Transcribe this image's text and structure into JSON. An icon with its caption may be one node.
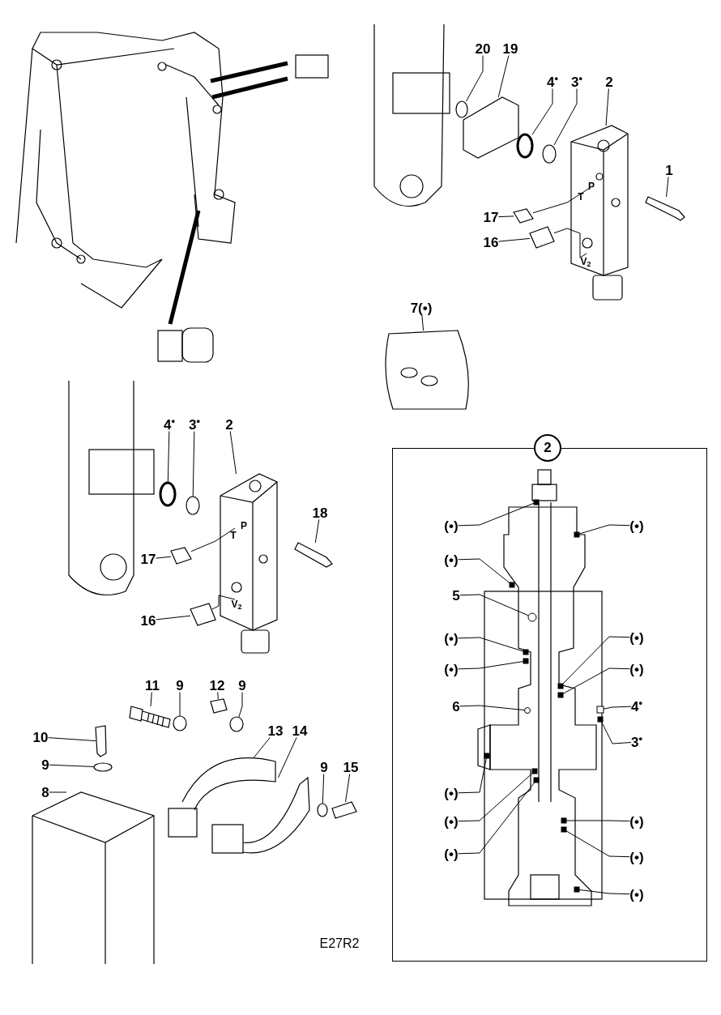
{
  "diagram": {
    "nodes": [
      {
        "text": [
          "20"
        ]
      },
      {
        "text": [
          "19"
        ]
      },
      {
        "text": [
          "4$^{•}$"
        ]
      },
      {
        "text": [
          "3$^{•}$"
        ]
      },
      {
        "text": [
          "2"
        ]
      },
      {
        "text": [
          "1"
        ]
      },
      {
        "text": [
          "17"
        ]
      },
      {
        "text": [
          "16"
        ]
      },
      {
        "text": [
          "7(•)"
        ]
      },
      {
        "text": [
          "4$^{•}$"
        ]
      },
      {
        "text": [
          "3$^{•}$"
        ]
      },
      {
        "text": [
          "2"
        ]
      },
      {
        "text": [
          "18"
        ]
      },
      {
        "text": [
          "17"
        ]
      },
      {
        "text": [
          "16"
        ]
      },
      {
        "text": [
          "11"
        ]
      },
      {
        "text": [
          "9"
        ]
      },
      {
        "text": [
          "12"
        ]
      },
      {
        "text": [
          "9"
        ]
      },
      {
        "text": [
          "10"
        ]
      },
      {
        "text": [
          "9"
        ]
      },
      {
        "text": [
          "8"
        ]
      },
      {
        "text": [
          "13"
        ]
      },
      {
        "text": [
          "14"
        ]
      },
      {
        "text": [
          "9"
        ]
      },
      {
        "text": [
          "15"
        ]
      },
      {
        "text": [
          "2"
        ]
      },
      {
        "text": [
          "(•)"
        ],
        "in": 26
      },
      {
        "text": [
          "(•)"
        ],
        "in": 26
      },
      {
        "text": [
          "(•)"
        ],
        "in": 26
      },
      {
        "text": [
          "5"
        ],
        "in": 26
      },
      {
        "text": [
          "(•)"
        ],
        "in": 26
      },
      {
        "text": [
          "(•)"
        ],
        "in": 26
      },
      {
        "text": [
          "(•)"
        ],
        "in": 26
      },
      {
        "text": [
          "(•)"
        ],
        "in": 26
      },
      {
        "text": [
          "6"
        ],
        "in": 26
      },
      {
        "text": [
          "4$^{•}$"
        ],
        "in": 26
      },
      {
        "text": [
          "3$^{•}$"
        ],
        "in": 26
      },
      {
        "text": [
          "(•)"
        ],
        "in": 26
      },
      {
        "text": [
          "(•)"
        ],
        "in": 26
      },
      {
        "text": [
          "(•)"
        ],
        "in": 26
      },
      {
        "text": [
          "(•)"
        ],
        "in": 26
      },
      {
        "text": [
          "(•)"
        ],
        "in": 26
      },
      {
        "text": [
          "(•)"
        ],
        "in": 26
      },
      {
        "text": [],
        "shape": "circle"
      },
      {
        "text": [],
        "shape": "picture"
      },
      {
        "text": [],
        "shape": "circle"
      },
      {
        "text": [],
        "shape": "circle"
      },
      {
        "text": [],
        "shape": "picture"
      },
      {
        "text": [],
        "shape": "picture"
      },
      {
        "text": [],
        "shape": "picture"
      },
      {
        "text": [],
        "shape": "picture"
      },
      {
        "text": [],
        "shape": "picture"
      },
      {
        "text": [],
        "shape": "circle"
      },
      {
        "text": [],
        "shape": "circle"
      },
      {
        "text": [],
        "shape": "picture"
      },
      {
        "text": [],
        "shape": "picture"
      },
      {
        "text": [],
        "shape": "picture"
      },
      {
        "text": [],
        "shape": "picture"
      },
      {
        "text": [],
        "shape": "picture"
      },
      {
        "text": [],
        "shape": "circle"
      },
      {
        "text": [],
        "shape": "picture"
      },
      {
        "text": [],
        "shape": "circle"
      },
      {
        "text": [],
        "shape": "picture"
      },
      {
        "text": [],
        "shape": "circle"
      },
      {
        "text": [],
        "shape": "picture"
      },
      {
        "text": [],
        "shape": "picture"
      },
      {
        "text": [],
        "shape": "picture"
      },
      {
        "text": [],
        "shape": "circle"
      },
      {
        "text": [],
        "shape": "picture"
      },
      {
        "text": [],
        "shape": "box",
        "in": 26
      },
      {
        "text": [],
        "shape": "box",
        "in": 26
      },
      {
        "text": [],
        "shape": "box",
        "in": 26
      },
      {
        "text": [],
        "shape": "circle",
        "in": 26
      },
      {
        "text": [],
        "shape": "box",
        "in": 26
      },
      {
        "text": [],
        "shape": "box",
        "in": 26
      },
      {
        "text": [],
        "shape": "box",
        "in": 26
      },
      {
        "text": [],
        "shape": "box",
        "in": 26
      },
      {
        "text": [],
        "shape": "circle",
        "in": 26
      },
      {
        "text": [],
        "shape": "box",
        "in": 26
      },
      {
        "text": [],
        "shape": "box",
        "in": 26
      },
      {
        "text": [],
        "shape": "box",
        "in": 26
      },
      {
        "text": [],
        "shape": "box",
        "in": 26
      },
      {
        "text": [],
        "shape": "box",
        "in": 26
      },
      {
        "text": [],
        "shape": "box",
        "in": 26
      },
      {
        "text": [],
        "shape": "box",
        "in": 26
      },
      {
        "text": [],
        "shape": "box",
        "in": 26
      }
    ],
    "edges": [
      {
        "from": 0,
        "to": 44,
        "arrow": "none"
      },
      {
        "from": 1,
        "to": 45,
        "arrow": "none"
      },
      {
        "from": 2,
        "to": 46,
        "arrow": "none"
      },
      {
        "from": 3,
        "to": 47,
        "arrow": "none"
      },
      {
        "from": 4,
        "to": 48,
        "arrow": "none"
      },
      {
        "from": 5,
        "to": 49,
        "arrow": "none"
      },
      {
        "from": 6,
        "to": 50,
        "arrow": "none"
      },
      {
        "from": 7,
        "to": 51,
        "arrow": "none"
      },
      {
        "from": 8,
        "to": 52,
        "arrow": "none"
      },
      {
        "from": 9,
        "to": 53,
        "arrow": "none"
      },
      {
        "from": 10,
        "to": 54,
        "arrow": "none"
      },
      {
        "from": 11,
        "to": 55,
        "arrow": "none"
      },
      {
        "from": 12,
        "to": 56,
        "arrow": "none"
      },
      {
        "from": 13,
        "to": 57,
        "arrow": "none"
      },
      {
        "from": 14,
        "to": 58,
        "arrow": "none"
      },
      {
        "from": 15,
        "to": 59,
        "arrow": "none"
      },
      {
        "from": 16,
        "to": 60,
        "arrow": "none"
      },
      {
        "from": 17,
        "to": 61,
        "arrow": "none"
      },
      {
        "from": 18,
        "to": 62,
        "arrow": "none"
      },
      {
        "from": 19,
        "to": 63,
        "arrow": "none"
      },
      {
        "from": 20,
        "to": 64,
        "arrow": "none"
      },
      {
        "from": 21,
        "to": 65,
        "arrow": "none"
      },
      {
        "from": 22,
        "to": 66,
        "arrow": "none"
      },
      {
        "from": 23,
        "to": 67,
        "arrow": "none"
      },
      {
        "from": 24,
        "to": 68,
        "arrow": "none"
      },
      {
        "from": 25,
        "to": 69,
        "arrow": "none"
      },
      {
        "from": 27,
        "to": 70,
        "arrow": "none"
      },
      {
        "from": 28,
        "to": 71,
        "arrow": "none"
      },
      {
        "from": 29,
        "to": 72,
        "arrow": "none"
      },
      {
        "from": 30,
        "to": 73,
        "arrow": "none"
      },
      {
        "from": 31,
        "to": 74,
        "arrow": "none"
      },
      {
        "from": 32,
        "to": 75,
        "arrow": "none"
      },
      {
        "from": 33,
        "to": 76,
        "arrow": "none"
      },
      {
        "from": 34,
        "to": 77,
        "arrow": "none"
      },
      {
        "from": 35,
        "to": 78,
        "arrow": "none"
      },
      {
        "from": 36,
        "to": 79,
        "arrow": "none"
      },
      {
        "from": 37,
        "to": 80,
        "arrow": "none"
      },
      {
        "from": 38,
        "to": 81,
        "arrow": "none"
      },
      {
        "from": 39,
        "to": 82,
        "arrow": "none"
      },
      {
        "from": 40,
        "to": 83,
        "arrow": "none"
      },
      {
        "from": 41,
        "to": 84,
        "arrow": "none"
      },
      {
        "from": 42,
        "to": 85,
        "arrow": "none"
      },
      {
        "from": 43,
        "to": 86,
        "arrow": "none"
      },
      {
        "from": 50,
        "to": 48,
        "arrow": "none"
      },
      {
        "from": 51,
        "to": 48,
        "arrow": "none"
      },
      {
        "from": 57,
        "to": 55,
        "arrow": "none"
      },
      {
        "from": 58,
        "to": 55,
        "arrow": "none"
      }
    ],
    "labels": [
      "P",
      "T",
      "V$_{2}$",
      "P",
      "T",
      "V$_{2}$",
      "E27R2"
    ]
  }
}
